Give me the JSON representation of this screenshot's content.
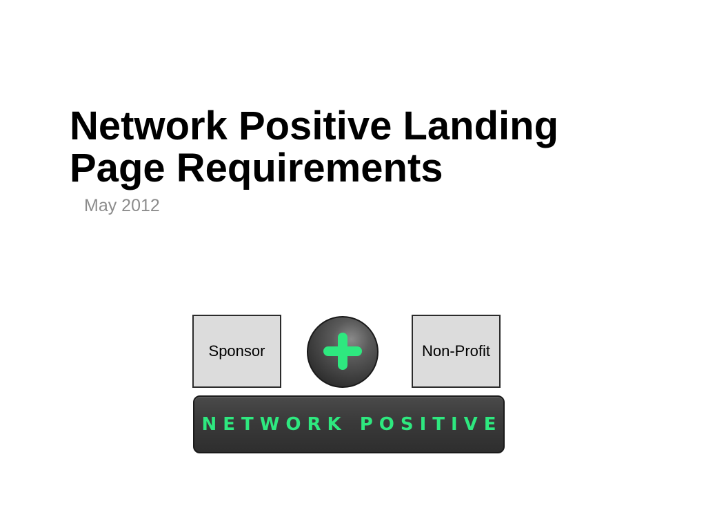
{
  "slide": {
    "title_line1": "Network Positive Landing",
    "title_line2": "Page Requirements",
    "date": "May 2012"
  },
  "diagram": {
    "left_box_label": "Sponsor",
    "right_box_label": "Non-Profit",
    "center_icon": "plus-icon",
    "brand_label": "NETWORK POSITIVE"
  },
  "colors": {
    "accent_green": "#2ee87f",
    "bar_dark": "#3a3a3a",
    "box_fill": "#dcdcdc",
    "subtitle_gray": "#8c8c8c"
  }
}
